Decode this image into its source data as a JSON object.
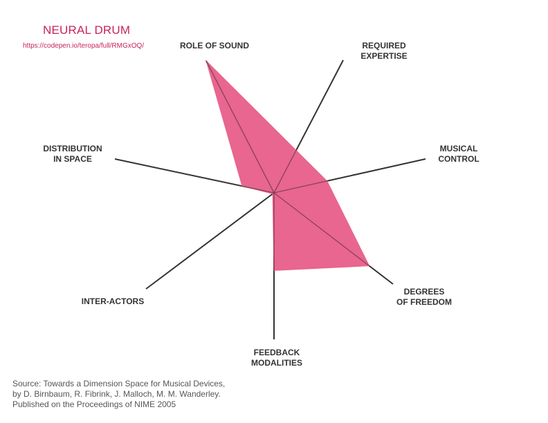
{
  "title": "NEURAL DRUM",
  "link": "https://codepen.io/teropa/full/RMGxOQ/",
  "colors": {
    "accent": "#c8235c",
    "fill": "#e8668f",
    "axis": "#333333"
  },
  "source_lines": [
    "Source: Towards a Dimension Space for Musical Devices,",
    "by D. Birnbaum, R. Fibrink, J. Malloch, M. M. Wanderley.",
    "Published on the Proceedings of NIME 2005"
  ],
  "chart_data": {
    "type": "radar",
    "axes": [
      {
        "label_lines": [
          "ROLE OF SOUND"
        ]
      },
      {
        "label_lines": [
          "REQUIRED",
          "EXPERTISE"
        ]
      },
      {
        "label_lines": [
          "MUSICAL",
          "CONTROL"
        ]
      },
      {
        "label_lines": [
          "DEGREES",
          "OF FREEDOM"
        ]
      },
      {
        "label_lines": [
          "FEEDBACK",
          "MODALITIES"
        ]
      },
      {
        "label_lines": [
          "INTER-ACTORS"
        ]
      },
      {
        "label_lines": [
          "DISTRIBUTION",
          "IN SPACE"
        ]
      }
    ],
    "values": [
      1.0,
      0.32,
      0.35,
      0.8,
      0.53,
      0.01,
      0.2
    ],
    "range": [
      0,
      1
    ]
  }
}
